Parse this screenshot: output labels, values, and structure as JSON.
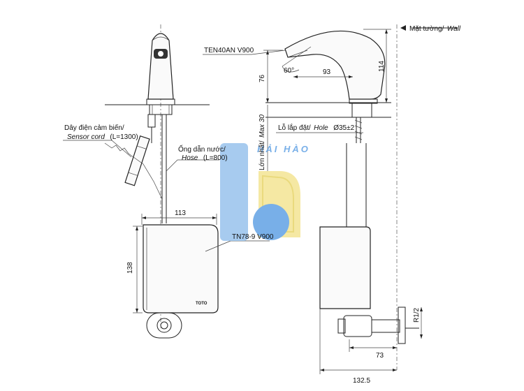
{
  "left_view": {
    "sensor_cord_vi": "Dây điện cảm biến/",
    "sensor_cord_en": "Sensor cord",
    "sensor_cord_len": "(L=1300)",
    "hose_vi": "Ống dẫn nước/",
    "hose_en": "Hose",
    "hose_len": "(L=800)",
    "dim_width": "113",
    "dim_height": "138",
    "control_box_model": "TN78-9 V900",
    "box_brand": "TOTO"
  },
  "right_view": {
    "faucet_model": "TEN40AN V900",
    "wall_vi": "Mặt tường/",
    "wall_en": "Wall",
    "angle": "60°",
    "dim_spout": "93",
    "dim_76": "76",
    "dim_114": "114",
    "max_thickness_vi": "Lớn nhất/",
    "max_thickness_en": "Max 30",
    "hole_vi": "Lỗ lắp đặt/",
    "hole_en": "Hole",
    "hole_size": "Ø35±2",
    "dim_73": "73",
    "dim_1325": "132.5",
    "thread": "R1/2"
  },
  "watermark": {
    "text": "HẢI HÀO",
    "colors": {
      "blue": "#9ec6ee",
      "yellow": "#f4e69a",
      "circle": "#6aa7e6"
    }
  },
  "colors": {
    "line": "#222222",
    "background": "#ffffff"
  }
}
